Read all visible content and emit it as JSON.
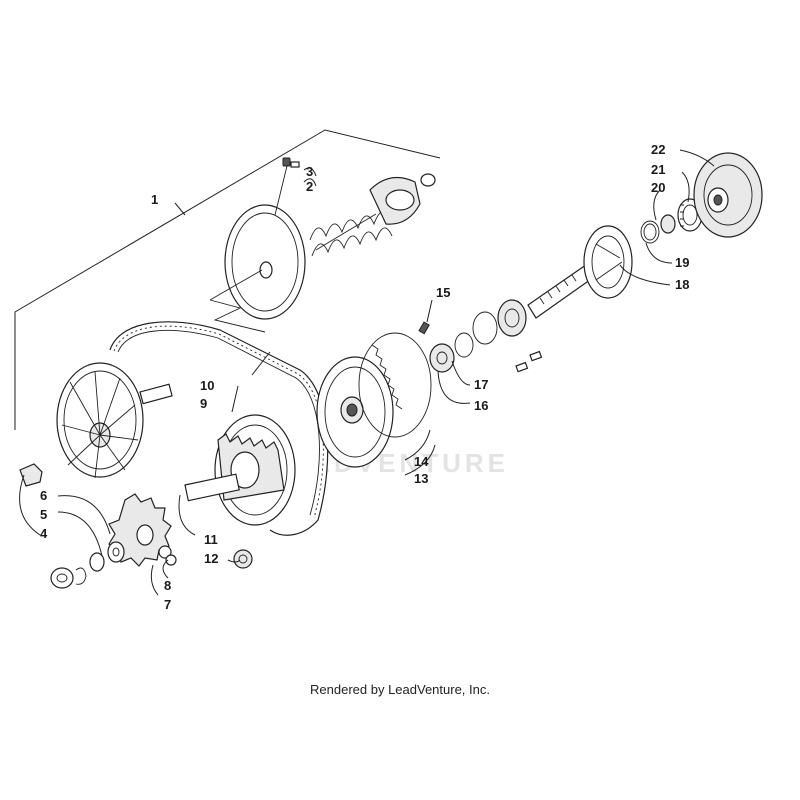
{
  "diagram": {
    "watermark": "LEADVENTURE",
    "callouts": [
      "1",
      "2",
      "3",
      "4",
      "5",
      "6",
      "7",
      "8",
      "9",
      "10",
      "11",
      "12",
      "13",
      "14",
      "15",
      "16",
      "17",
      "18",
      "19",
      "20",
      "21",
      "22"
    ]
  },
  "footer": {
    "credit": "Rendered by LeadVenture, Inc."
  }
}
